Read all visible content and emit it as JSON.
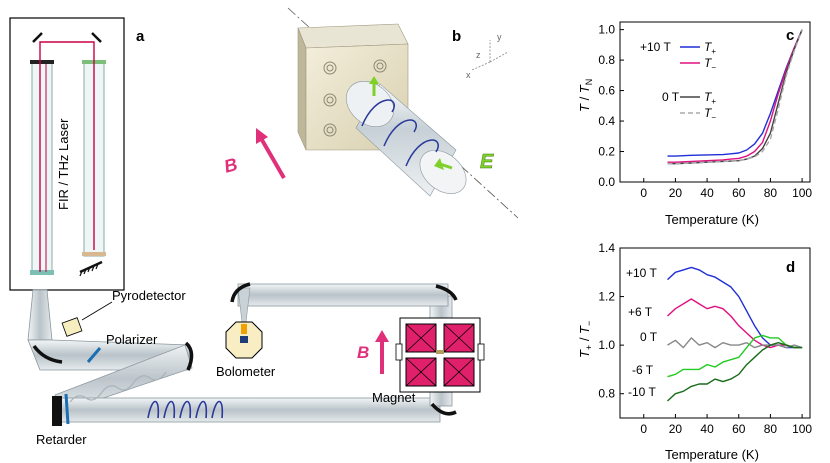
{
  "panels": {
    "a": "a",
    "b": "b",
    "c": "c",
    "d": "d"
  },
  "labels": {
    "laser": "FIR / THz Laser",
    "pyrodetector": "Pyrodetector",
    "polarizer": "Polarizer",
    "retarder": "Retarder",
    "bolometer": "Bolometer",
    "magnet": "Magnet",
    "b_field": "B",
    "e_field": "E",
    "axis_x": "x",
    "axis_y": "y",
    "axis_z": "z"
  },
  "colors": {
    "beam": "#cc0044",
    "field_arrow": "#e0307a",
    "e_arrow": "#7fd12a",
    "polarizer_blue": "#1a6fb3",
    "helix": "#2a3a9a"
  },
  "chart_data": [
    {
      "type": "line",
      "panel": "c",
      "xlabel": "Temperature (K)",
      "ylabel": "T / T_N",
      "ylabel_main": "T",
      "ylabel_sub": "N",
      "xlim": [
        -15,
        105
      ],
      "ylim": [
        0,
        1.05
      ],
      "xticks": [
        0,
        20,
        40,
        60,
        80,
        100
      ],
      "yticks": [
        0.0,
        0.2,
        0.4,
        0.6,
        0.8,
        1.0
      ],
      "ytick_labels": [
        "0.0",
        "0.2",
        "0.4",
        "0.6",
        "0.8",
        "1.0"
      ],
      "legend_groups": [
        "+10 T",
        "0 T"
      ],
      "series": [
        {
          "name": "T+",
          "group": "+10 T",
          "color": "#1f2fd6",
          "dash": "",
          "x": [
            15,
            20,
            30,
            40,
            50,
            55,
            60,
            65,
            70,
            75,
            80,
            85,
            90,
            95,
            100
          ],
          "y": [
            0.17,
            0.17,
            0.175,
            0.178,
            0.18,
            0.185,
            0.19,
            0.21,
            0.25,
            0.32,
            0.45,
            0.6,
            0.75,
            0.88,
            1.0
          ]
        },
        {
          "name": "T−",
          "group": "+10 T",
          "color": "#e01080",
          "dash": "",
          "x": [
            15,
            20,
            30,
            40,
            50,
            55,
            60,
            65,
            70,
            75,
            80,
            85,
            90,
            95,
            100
          ],
          "y": [
            0.13,
            0.13,
            0.135,
            0.14,
            0.145,
            0.15,
            0.155,
            0.17,
            0.2,
            0.26,
            0.4,
            0.58,
            0.74,
            0.88,
            1.0
          ]
        },
        {
          "name": "T+",
          "group": "0 T",
          "color": "#444444",
          "dash": "",
          "x": [
            15,
            20,
            30,
            40,
            50,
            60,
            65,
            70,
            75,
            80,
            85,
            90,
            95,
            100
          ],
          "y": [
            0.12,
            0.12,
            0.125,
            0.13,
            0.135,
            0.14,
            0.15,
            0.17,
            0.22,
            0.32,
            0.52,
            0.72,
            0.87,
            1.0
          ]
        },
        {
          "name": "T−",
          "group": "0 T",
          "color": "#aaaaaa",
          "dash": "5,3",
          "x": [
            15,
            20,
            30,
            40,
            50,
            60,
            65,
            70,
            75,
            80,
            85,
            90,
            95,
            100
          ],
          "y": [
            0.12,
            0.12,
            0.125,
            0.13,
            0.135,
            0.14,
            0.15,
            0.165,
            0.2,
            0.28,
            0.48,
            0.7,
            0.86,
            1.0
          ]
        }
      ]
    },
    {
      "type": "line",
      "panel": "d",
      "xlabel": "Temperature (K)",
      "ylabel": "T+ / T−",
      "ylabel_num": "T",
      "ylabel_num_sub": "+",
      "ylabel_den": "T",
      "ylabel_den_sub": "−",
      "xlim": [
        -15,
        105
      ],
      "ylim": [
        0.7,
        1.4
      ],
      "xticks": [
        0,
        20,
        40,
        60,
        80,
        100
      ],
      "yticks": [
        0.8,
        1.0,
        1.2,
        1.4
      ],
      "ytick_labels": [
        "0.8",
        "1.0",
        "1.2",
        "1.4"
      ],
      "series": [
        {
          "name": "+10 T",
          "color": "#1f2fd6",
          "x": [
            15,
            20,
            25,
            30,
            35,
            40,
            45,
            50,
            55,
            60,
            65,
            70,
            75,
            80,
            85,
            90,
            95,
            100
          ],
          "y": [
            1.27,
            1.3,
            1.31,
            1.32,
            1.31,
            1.29,
            1.28,
            1.26,
            1.24,
            1.2,
            1.14,
            1.08,
            1.03,
            1.0,
            1.0,
            0.99,
            0.99,
            0.99
          ]
        },
        {
          "name": "+6 T",
          "color": "#e01080",
          "x": [
            15,
            20,
            25,
            30,
            35,
            40,
            45,
            50,
            55,
            60,
            65,
            70,
            75,
            80,
            85,
            90,
            95,
            100
          ],
          "y": [
            1.12,
            1.15,
            1.17,
            1.19,
            1.17,
            1.15,
            1.16,
            1.15,
            1.12,
            1.08,
            1.05,
            1.02,
            1.0,
            0.99,
            1.0,
            1.0,
            0.99,
            0.99
          ]
        },
        {
          "name": "0 T",
          "color": "#888888",
          "x": [
            15,
            20,
            25,
            30,
            35,
            40,
            45,
            50,
            55,
            60,
            65,
            70,
            75,
            80,
            85,
            90,
            95,
            100
          ],
          "y": [
            1.0,
            1.02,
            0.99,
            1.03,
            1.0,
            1.01,
            0.99,
            1.01,
            1.0,
            1.0,
            1.01,
            0.99,
            1.0,
            1.0,
            1.0,
            0.99,
            1.0,
            0.99
          ]
        },
        {
          "name": "-6 T",
          "color": "#22cc22",
          "x": [
            15,
            20,
            25,
            30,
            35,
            40,
            45,
            50,
            55,
            60,
            65,
            70,
            75,
            80,
            85,
            90,
            95,
            100
          ],
          "y": [
            0.87,
            0.88,
            0.9,
            0.9,
            0.9,
            0.92,
            0.91,
            0.93,
            0.94,
            0.95,
            0.99,
            1.03,
            1.04,
            1.03,
            1.03,
            1.0,
            0.99,
            0.99
          ]
        },
        {
          "name": "-10 T",
          "color": "#1a6b1a",
          "x": [
            15,
            20,
            25,
            30,
            35,
            40,
            45,
            50,
            55,
            60,
            65,
            70,
            75,
            80,
            85,
            90,
            95,
            100
          ],
          "y": [
            0.77,
            0.8,
            0.81,
            0.83,
            0.84,
            0.84,
            0.86,
            0.85,
            0.86,
            0.88,
            0.92,
            0.95,
            0.98,
            1.0,
            1.01,
            1.0,
            0.99,
            0.99
          ]
        }
      ]
    }
  ]
}
